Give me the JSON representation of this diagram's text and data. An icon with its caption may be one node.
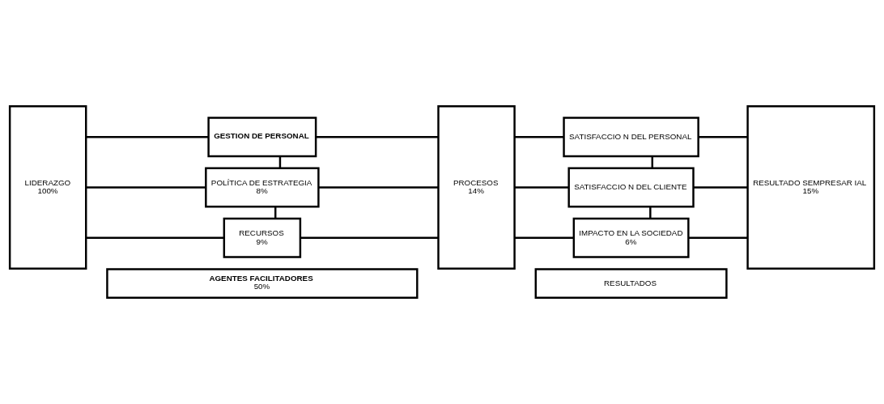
{
  "diagram": {
    "nodes": [
      {
        "text": [
          "LIDERAZGO",
          "100%"
        ]
      },
      {
        "text": [
          "GESTION DE PERSONAL"
        ]
      },
      {
        "text": [
          "POLÍTICA DE ESTRATEGIA",
          "8%"
        ]
      },
      {
        "text": [
          "RECURSOS",
          "9%"
        ]
      },
      {
        "text": [
          "PROCESOS",
          "14%"
        ]
      },
      {
        "text": [
          "SATISFACCIO N DEL PERSONAL"
        ]
      },
      {
        "text": [
          "SATISFACCIO N DEL CLIENTE"
        ]
      },
      {
        "text": [
          "IMPACTO EN LA SOCIEDAD",
          "6%"
        ]
      },
      {
        "text": [
          "RESULTADO SEMPRESAR IAL",
          "15%"
        ]
      },
      {
        "text": [
          "AGENTES FACILITADORES",
          "50%"
        ]
      },
      {
        "text": [
          "RESULTADOS"
        ]
      }
    ],
    "edges": [
      {
        "from": 0,
        "to": 1,
        "arrow": "none"
      },
      {
        "from": 0,
        "to": 2,
        "arrow": "none"
      },
      {
        "from": 0,
        "to": 3,
        "arrow": "none"
      },
      {
        "from": 1,
        "to": 2,
        "arrow": "none"
      },
      {
        "from": 2,
        "to": 3,
        "arrow": "none"
      },
      {
        "from": 1,
        "to": 4,
        "arrow": "none"
      },
      {
        "from": 2,
        "to": 4,
        "arrow": "none"
      },
      {
        "from": 3,
        "to": 4,
        "arrow": "none"
      },
      {
        "from": 4,
        "to": 5,
        "arrow": "none"
      },
      {
        "from": 4,
        "to": 6,
        "arrow": "none"
      },
      {
        "from": 4,
        "to": 7,
        "arrow": "none"
      },
      {
        "from": 5,
        "to": 6,
        "arrow": "none"
      },
      {
        "from": 6,
        "to": 7,
        "arrow": "none"
      },
      {
        "from": 5,
        "to": 8,
        "arrow": "none"
      },
      {
        "from": 6,
        "to": 8,
        "arrow": "none"
      },
      {
        "from": 7,
        "to": 8,
        "arrow": "none"
      }
    ]
  }
}
